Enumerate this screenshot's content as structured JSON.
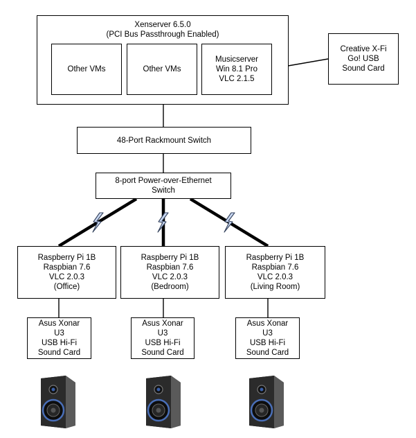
{
  "xenserver": {
    "title": "Xenserver 6.5.0",
    "subtitle": "(PCI Bus Passthrough Enabled)"
  },
  "vms": [
    {
      "label": "Other VMs"
    },
    {
      "label": "Other VMs"
    }
  ],
  "musicserver": {
    "lines": [
      "Musicserver",
      "Win 8.1 Pro",
      "VLC 2.1.5"
    ]
  },
  "creative": {
    "lines": [
      "Creative X-Fi",
      "Go! USB",
      "Sound Card"
    ]
  },
  "switch48": {
    "label": "48-Port Rackmount Switch"
  },
  "poe_switch": {
    "lines": [
      "8-port Power-over-Ethernet",
      "Switch"
    ]
  },
  "pis": [
    {
      "lines": [
        "Raspberry Pi 1B",
        "Raspbian 7.6",
        "VLC 2.0.3",
        "(Office)"
      ]
    },
    {
      "lines": [
        "Raspberry Pi 1B",
        "Raspbian 7.6",
        "VLC 2.0.3",
        "(Bedroom)"
      ]
    },
    {
      "lines": [
        "Raspberry Pi 1B",
        "Raspbian 7.6",
        "VLC 2.0.3",
        "(Living Room)"
      ]
    }
  ],
  "sound_cards": [
    {
      "lines": [
        "Asus Xonar",
        "U3",
        "USB Hi-Fi",
        "Sound Card"
      ]
    },
    {
      "lines": [
        "Asus Xonar",
        "U3",
        "USB Hi-Fi",
        "Sound Card"
      ]
    },
    {
      "lines": [
        "Asus Xonar",
        "U3",
        "USB Hi-Fi",
        "Sound Card"
      ]
    }
  ],
  "icons": {
    "speaker": "speaker-icon",
    "wireless": "lightning-bolt-icon"
  },
  "colors": {
    "line": "#000000",
    "bolt_fill": "#c9d8f2",
    "bolt_stroke": "#33415c"
  }
}
